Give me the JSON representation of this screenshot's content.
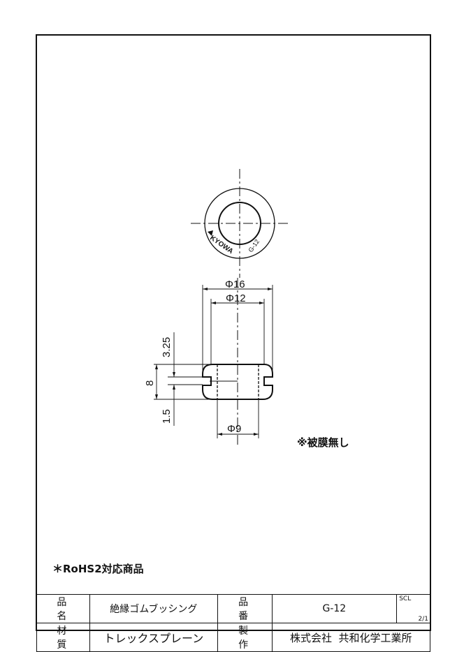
{
  "drawing": {
    "brand_marking": "KYOWA",
    "part_marking": "G-12",
    "dimensions": {
      "outer_diameter": "Φ16",
      "inner_diameter": "Φ12",
      "hole_diameter": "Φ9",
      "height": "8",
      "top_to_groove": "3.25",
      "groove_width": "1.5"
    }
  },
  "notes": {
    "coating": "※被膜無し",
    "rohs": "＊RoHS2対応商品"
  },
  "title_block": {
    "product_name_label": "品名",
    "product_name": "絶縁ゴムブッシング",
    "part_number_label": "品番",
    "part_number": "G-12",
    "scale_label": "SCL",
    "scale": "2/1",
    "material_label": "材質",
    "material": "トレックスプレーン",
    "manufacturer_label": "製作",
    "manufacturer": "株式会社  共和化学工業所"
  }
}
